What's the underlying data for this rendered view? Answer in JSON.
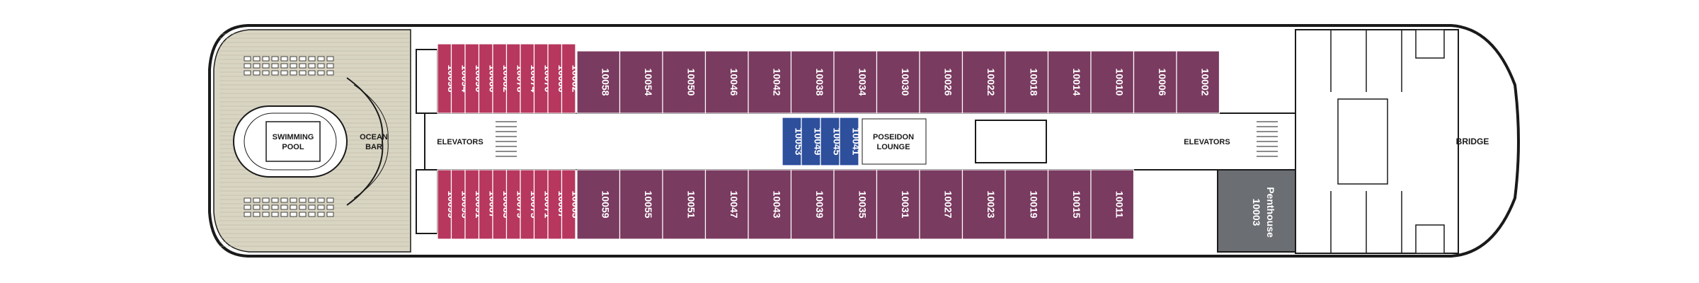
{
  "colors": {
    "penthouse": "#c8d0d8",
    "suite_red": "#b7375e",
    "suite_purple": "#7a3b60",
    "suite_blue": "#2d4f9c",
    "deck_wood": "#d9d5c3",
    "service": "#6b6e72",
    "hull_line": "#1a1a1a"
  },
  "areas": {
    "pool": "SWIMMING POOL",
    "pool_l1": "SWIMMING",
    "pool_l2": "POOL",
    "bar_l1": "OCEAN",
    "bar_l2": "BAR",
    "elev_aft": "ELEVATORS",
    "elev_fwd": "ELEVATORS",
    "lounge_l1": "POSEIDON",
    "lounge_l2": "LOUNGE",
    "bridge": "BRIDGE",
    "penthouse_name": "Penthouse",
    "penthouse_num": "10003"
  },
  "cabins": {
    "top_red": [
      "10098",
      "10094",
      "10090",
      "10086",
      "10082",
      "10078",
      "10074",
      "10070",
      "10066",
      "10062"
    ],
    "top_purple": [
      "10058",
      "10054",
      "10050",
      "10046",
      "10042",
      "10038",
      "10034",
      "10030",
      "10026",
      "10022",
      "10018",
      "10014",
      "10010",
      "10006",
      "10002"
    ],
    "bottom_red": [
      "10099",
      "10095",
      "10091",
      "10087",
      "10083",
      "10079",
      "10075",
      "10071",
      "10067",
      "10063"
    ],
    "bottom_purple": [
      "10059",
      "10055",
      "10051",
      "10047",
      "10043",
      "10039",
      "10035",
      "10031",
      "10027",
      "10023",
      "10019",
      "10015",
      "10011"
    ],
    "inner_blue": [
      "10053",
      "10049",
      "10045",
      "10041"
    ]
  }
}
